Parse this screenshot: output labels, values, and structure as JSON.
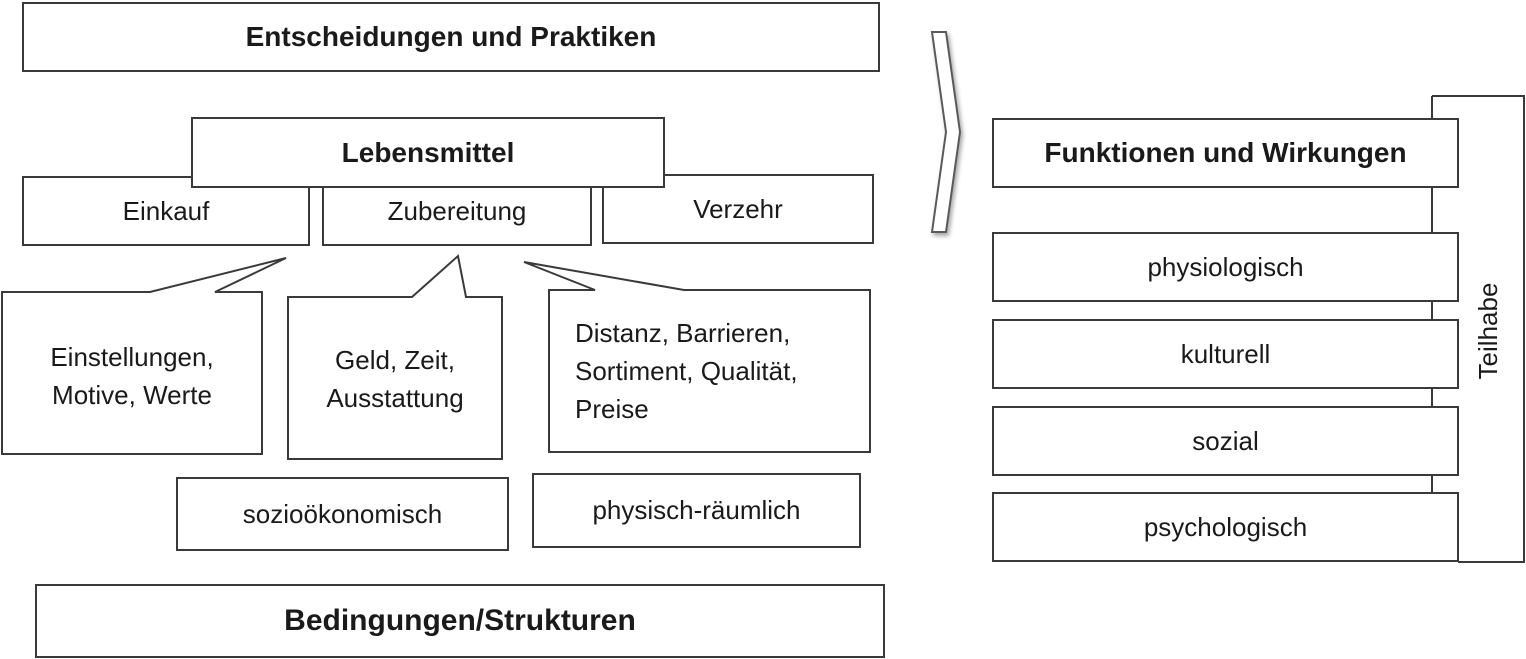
{
  "left": {
    "top_title": "Entscheidungen und Praktiken",
    "center_title": "Lebensmittel",
    "stages": [
      "Einkauf",
      "Zubereitung",
      "Verzehr"
    ],
    "callouts": {
      "individual": [
        "Einstellungen,",
        "Motive, Werte"
      ],
      "resources": [
        "Geld, Zeit,",
        "Ausstattung"
      ],
      "environment": [
        "Distanz, Barrieren,",
        "Sortiment, Qualität,",
        "Preise"
      ]
    },
    "categories": [
      "sozioökonomisch",
      "physisch-räumlich"
    ],
    "bottom_title": "Bedingungen/Strukturen"
  },
  "right": {
    "title": "Funktionen und Wirkungen",
    "functions": [
      "physiologisch",
      "kulturell",
      "sozial",
      "psychologisch"
    ],
    "bracket_label": "Teilhabe"
  }
}
